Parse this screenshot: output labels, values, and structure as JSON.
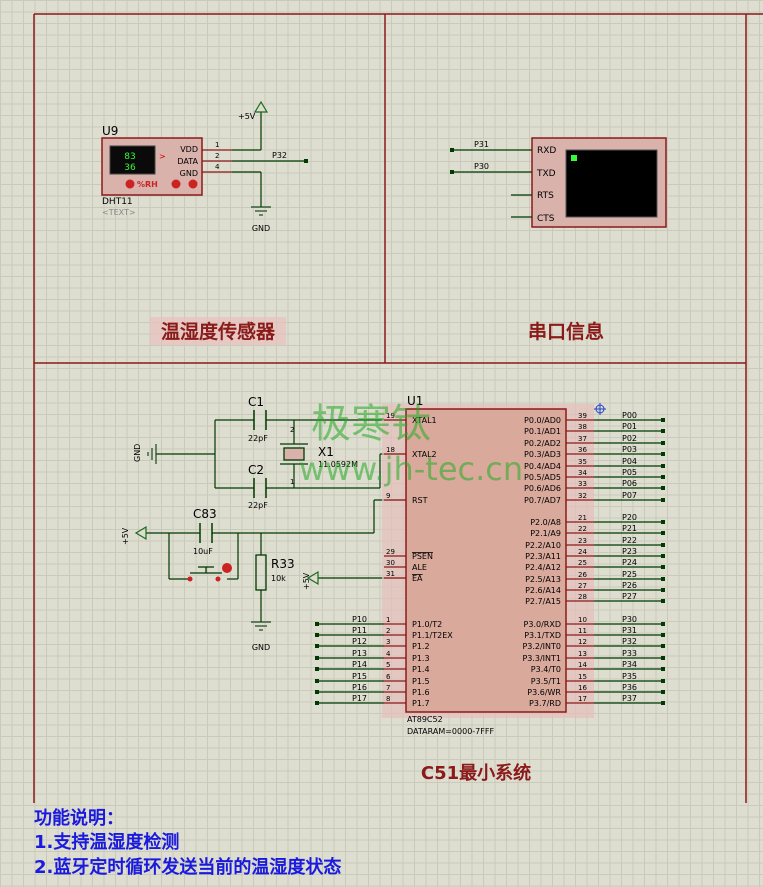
{
  "sections": {
    "sensor_title": "温湿度传感器",
    "serial_title": "串口信息",
    "mcu_title": "C51最小系统"
  },
  "watermark": {
    "line1": "极寒钛",
    "line2": "www.jh-tec.cn"
  },
  "dht11": {
    "ref": "U9",
    "part": "DHT11",
    "text": "<TEXT>",
    "pins": [
      "VDD",
      "DATA",
      "GND"
    ],
    "pin_numbers": [
      "1",
      "2",
      "4"
    ],
    "display_top": "83",
    "display_bottom": "36",
    "unit_label": "%RH",
    "arrow": ">",
    "power_label": "+5V",
    "ground_label": "GND",
    "net_label": "P32"
  },
  "terminal": {
    "pins": [
      "RXD",
      "TXD",
      "RTS",
      "CTS"
    ],
    "net_rx": "P31",
    "net_tx": "P30"
  },
  "crystal_circuit": {
    "c1_ref": "C1",
    "c1_value": "22pF",
    "c2_ref": "C2",
    "c2_value": "22pF",
    "x1_ref": "X1",
    "x1_value": "11.0592M",
    "x1_pin1": "1",
    "x1_pin2": "2",
    "ground_label": "GND"
  },
  "reset_circuit": {
    "c_ref": "C83",
    "c_value": "10uF",
    "r_ref": "R33",
    "r_value": "10k",
    "power_label": "+5V",
    "ground_label": "GND"
  },
  "mcu": {
    "ref": "U1",
    "part": "AT89C52",
    "dataram": "DATARAM=0000-7FFF",
    "ea_power_label": "+5V",
    "left_pins": [
      {
        "num": "19",
        "name": "XTAL1"
      },
      {
        "num": "18",
        "name": "XTAL2"
      },
      {
        "num": "9",
        "name": "RST"
      },
      {
        "num": "29",
        "name": "PSEN"
      },
      {
        "num": "30",
        "name": "ALE"
      },
      {
        "num": "31",
        "name": "EA"
      },
      {
        "num": "1",
        "name": "P1.0/T2",
        "net": "P10"
      },
      {
        "num": "2",
        "name": "P1.1/T2EX",
        "net": "P11"
      },
      {
        "num": "3",
        "name": "P1.2",
        "net": "P12"
      },
      {
        "num": "4",
        "name": "P1.3",
        "net": "P13"
      },
      {
        "num": "5",
        "name": "P1.4",
        "net": "P14"
      },
      {
        "num": "6",
        "name": "P1.5",
        "net": "P15"
      },
      {
        "num": "7",
        "name": "P1.6",
        "net": "P16"
      },
      {
        "num": "8",
        "name": "P1.7",
        "net": "P17"
      }
    ],
    "right_pins": [
      {
        "num": "39",
        "name": "P0.0/AD0",
        "net": "P00"
      },
      {
        "num": "38",
        "name": "P0.1/AD1",
        "net": "P01"
      },
      {
        "num": "37",
        "name": "P0.2/AD2",
        "net": "P02"
      },
      {
        "num": "36",
        "name": "P0.3/AD3",
        "net": "P03"
      },
      {
        "num": "35",
        "name": "P0.4/AD4",
        "net": "P04"
      },
      {
        "num": "34",
        "name": "P0.5/AD5",
        "net": "P05"
      },
      {
        "num": "33",
        "name": "P0.6/AD6",
        "net": "P06"
      },
      {
        "num": "32",
        "name": "P0.7/AD7",
        "net": "P07"
      },
      {
        "num": "21",
        "name": "P2.0/A8",
        "net": "P20"
      },
      {
        "num": "22",
        "name": "P2.1/A9",
        "net": "P21"
      },
      {
        "num": "23",
        "name": "P2.2/A10",
        "net": "P22"
      },
      {
        "num": "24",
        "name": "P2.3/A11",
        "net": "P23"
      },
      {
        "num": "25",
        "name": "P2.4/A12",
        "net": "P24"
      },
      {
        "num": "26",
        "name": "P2.5/A13",
        "net": "P25"
      },
      {
        "num": "27",
        "name": "P2.6/A14",
        "net": "P26"
      },
      {
        "num": "28",
        "name": "P2.7/A15",
        "net": "P27"
      },
      {
        "num": "10",
        "name": "P3.0/RXD",
        "net": "P30"
      },
      {
        "num": "11",
        "name": "P3.1/TXD",
        "net": "P31"
      },
      {
        "num": "12",
        "name": "P3.2/INT0",
        "net": "P32"
      },
      {
        "num": "13",
        "name": "P3.3/INT1",
        "net": "P33"
      },
      {
        "num": "14",
        "name": "P3.4/T0",
        "net": "P34"
      },
      {
        "num": "15",
        "name": "P3.5/T1",
        "net": "P35"
      },
      {
        "num": "16",
        "name": "P3.6/WR",
        "net": "P36"
      },
      {
        "num": "17",
        "name": "P3.7/RD",
        "net": "P37"
      }
    ]
  },
  "description": {
    "heading": "功能说明：",
    "line1": "1.支持温湿度检测",
    "line2": "2.蓝牙定时循环发送当前的温湿度状态"
  }
}
